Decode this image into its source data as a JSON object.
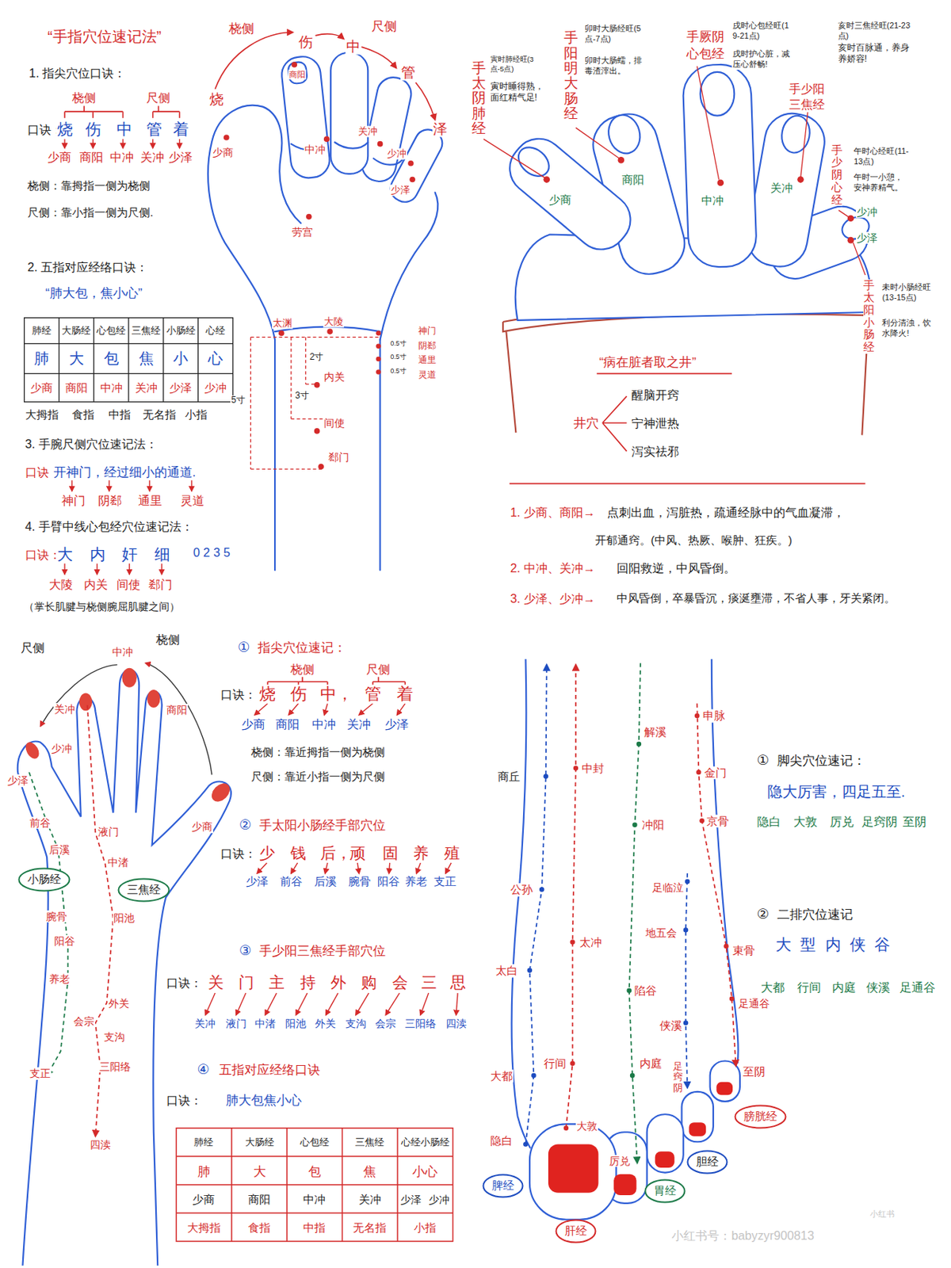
{
  "diagram": {
    "title": "“手指穴位速记法”",
    "nodes": [
      {
        "text": [
          "小肠经"
        ]
      },
      {
        "text": [
          "三焦经"
        ]
      },
      {
        "text": [
          "脾经"
        ]
      },
      {
        "text": [
          "肝经"
        ]
      },
      {
        "text": [
          "胃经"
        ]
      },
      {
        "text": [
          "胆经"
        ]
      },
      {
        "text": [
          "膀胱经"
        ]
      }
    ],
    "labels": [
      "1. 指尖穴位口诀：",
      "桡侧",
      "尺侧",
      "口诀：",
      "烧",
      "伤",
      "中",
      "管",
      "着",
      "少商",
      "商阳",
      "中冲",
      "关冲",
      "少泽",
      "桡侧：靠拇指一侧为桡侧",
      "尺侧：靠小指一侧为尺侧.",
      "2. 五指对应经络口诀：",
      "“肺大包，焦小心”",
      "肺经",
      "大肠经",
      "心包经",
      "三焦经",
      "小肠经",
      "心经",
      "肺",
      "大",
      "包",
      "焦",
      "小",
      "心",
      "少商",
      "商阳",
      "中冲",
      "关冲",
      "少泽",
      "少冲",
      "大拇指",
      "食指",
      "中指",
      "无名指",
      "小指",
      "3. 手腕尺侧穴位速记法：",
      "口诀：",
      "开神门，经过细小的通道.",
      "神门",
      "阴郄",
      "通里",
      "灵道",
      "4. 手臂中线心包经穴位速记法：",
      "口诀：",
      "大",
      "内",
      "奸",
      "细",
      "0 2 3 5",
      "大陵",
      "内关",
      "间使",
      "郄门",
      "（掌长肌腱与桡侧腕屈肌腱之间）",
      "桡侧",
      "尺侧",
      "烧",
      "伤",
      "中",
      "管",
      "泽",
      "商阳",
      "少商",
      "中冲",
      "关冲",
      "少冲",
      "少泽",
      "劳宫",
      "太渊",
      "大陵",
      "2寸",
      "3寸",
      "内关",
      "5寸",
      "间使",
      "郄门",
      "0.5寸",
      "0.5寸",
      "0.5寸",
      "神门",
      "阴郄",
      "通里",
      "灵道",
      "手太阴肺经",
      "寅时肺经旺(3点-5点)",
      "寅时睡得熟，面红精气足!",
      "手阳明大肠经",
      "卯时大肠经旺(5点-7点)",
      "卯时大肠蠕，排毒渣滓出。",
      "手厥阴心包经",
      "戌时心包经旺(19-21点)",
      "戌时护心脏，减压心舒畅!",
      "手少阳三焦经",
      "亥时三焦经旺(21-23点)",
      "亥时百脉通，养身养娇容!",
      "手少阴心经",
      "午时心经旺(11-13点)",
      "午时一小憩，安神养精气。",
      "手太阳小肠经",
      "未时小肠经旺(13-15点)",
      "利分清浊，饮水降火!",
      "少商",
      "商阳",
      "中冲",
      "关冲",
      "少冲",
      "少泽",
      "“病在脏者取之井”",
      "井穴",
      "醒脑开窍",
      "宁神泄热",
      "泻实祛邪",
      "1. 少商、商阳→",
      "点刺出血，泻脏热，疏通经脉中的气血凝滞，",
      "开郁通窍。(中风、热厥、喉肿、狂疾。)",
      "2. 中冲、关冲→",
      "回阳救逆，中风昏倒。",
      "3. 少泽、少冲→",
      "中风昏倒，卒暴昏沉，痰涎壅滞，不省人事，牙关紧闭。",
      "尺侧",
      "桡侧",
      "中冲",
      "关冲",
      "商阳",
      "少冲",
      "少泽",
      "少商",
      "前谷",
      "液门",
      "后溪",
      "中渚",
      "腕骨",
      "阳池",
      "阳谷",
      "养老",
      "外关",
      "会宗",
      "支沟",
      "三阳络",
      "支正",
      "四渎",
      "①",
      "指尖穴位速记：",
      "桡侧",
      "尺侧",
      "口诀：",
      "烧",
      "伤",
      "中，",
      "管",
      "着",
      "少商",
      "商阳",
      "中冲",
      "关冲",
      "少泽",
      "桡侧：靠近拇指一侧为桡侧",
      "尺侧：靠近小指一侧为尺侧",
      "②",
      "手太阳小肠经手部穴位",
      "口诀：",
      "少",
      "钱",
      "后，",
      "顽",
      "固",
      "养",
      "殖",
      "少泽",
      "前谷",
      "后溪",
      "腕骨",
      "阳谷",
      "养老",
      "支正",
      "③",
      "手少阳三焦经手部穴位",
      "口诀：",
      "关",
      "门",
      "主",
      "持",
      "外",
      "购",
      "会",
      "三",
      "思",
      "关冲",
      "液门",
      "中渚",
      "阳池",
      "外关",
      "支沟",
      "会宗",
      "三阳络",
      "四渎",
      "④",
      "五指对应经络口诀",
      "口诀：",
      "肺大包焦小心",
      "肺经",
      "大肠经",
      "心包经",
      "三焦经",
      "心经小肠经",
      "肺",
      "大",
      "包",
      "焦",
      "小心",
      "少商",
      "商阳",
      "中冲",
      "关冲",
      "少泽",
      "少冲",
      "大拇指",
      "食指",
      "中指",
      "无名指",
      "小指",
      "商丘",
      "中封",
      "解溪",
      "申脉",
      "金门",
      "京骨",
      "冲阳",
      "公孙",
      "足临泣",
      "地五会",
      "太冲",
      "束骨",
      "太白",
      "陷谷",
      "足通谷",
      "侠溪",
      "大都",
      "行间",
      "内庭",
      "足窍阴",
      "至阴",
      "隐白",
      "大敦",
      "厉兑",
      "①",
      "脚尖穴位速记：",
      "隐大厉害，四足五至.",
      "隐白",
      "大敦",
      "厉兑",
      "足窍阴",
      "至阴",
      "②",
      "二排穴位速记",
      "大型内侠谷",
      "大都",
      "行间",
      "内庭",
      "侠溪",
      "足通谷",
      "小红书号：babyzyr900813",
      "小红书"
    ]
  }
}
